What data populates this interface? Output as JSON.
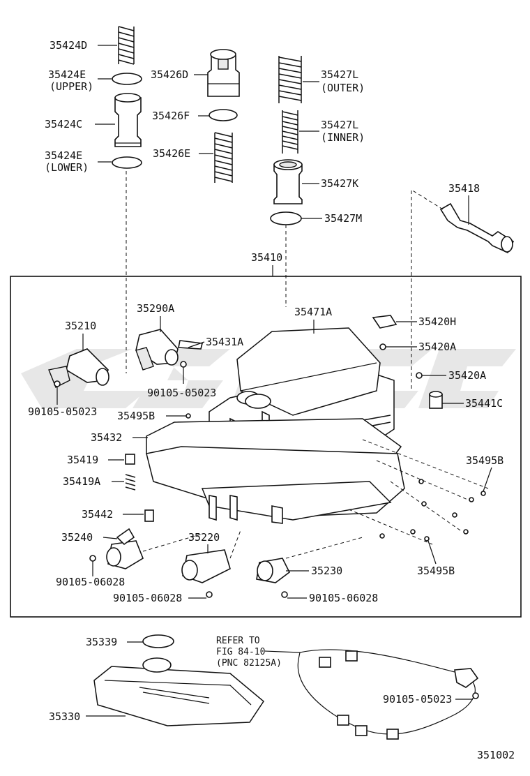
{
  "labels": {
    "p35424D": "35424D",
    "p35424E_upper": "35424E",
    "upper_note": "(UPPER)",
    "p35424C": "35424C",
    "p35424E_lower": "35424E",
    "lower_note": "(LOWER)",
    "p35426D": "35426D",
    "p35426F": "35426F",
    "p35426E": "35426E",
    "p35427L_outer": "35427L",
    "outer_note": "(OUTER)",
    "p35427L_inner": "35427L",
    "inner_note": "(INNER)",
    "p35427K": "35427K",
    "p35427M": "35427M",
    "p35418": "35418",
    "p35410": "35410",
    "p35210": "35210",
    "p35290A": "35290A",
    "p35431A": "35431A",
    "p35471A": "35471A",
    "p35420H": "35420H",
    "p35420A_1": "35420A",
    "p35420A_2": "35420A",
    "p35441C": "35441C",
    "bolt_05023_a": "90105-05023",
    "bolt_05023_b": "90105-05023",
    "p35495B_1": "35495B",
    "p35432": "35432",
    "p35495B_2": "35495B",
    "p35419": "35419",
    "p35419A": "35419A",
    "p35442": "35442",
    "p35240": "35240",
    "p35220": "35220",
    "p35230": "35230",
    "p35495B_3": "35495B",
    "bolt_06028_a": "90105-06028",
    "bolt_06028_b": "90105-06028",
    "bolt_06028_c": "90105-06028",
    "p35339": "35339",
    "p35330": "35330",
    "refer_line1": "REFER TO",
    "refer_line2": "FIG 84-10",
    "refer_line3": "(PNC 82125A)",
    "bolt_05023_c": "90105-05023",
    "figure_no": "351002"
  }
}
